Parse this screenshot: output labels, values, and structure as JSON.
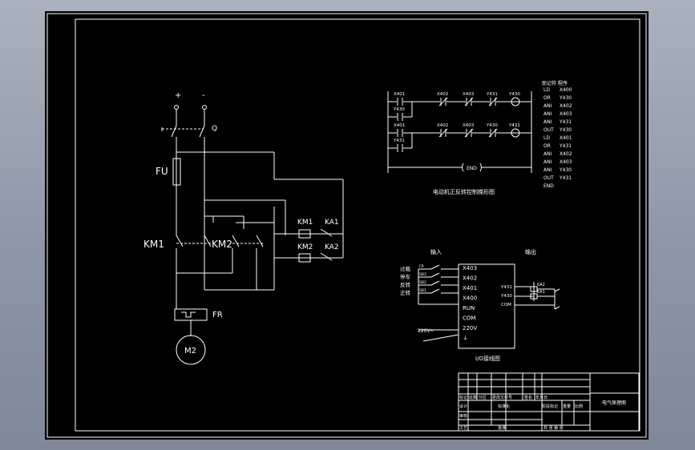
{
  "power_circuit": {
    "plus": "+",
    "minus": "-",
    "switch_label": "Q",
    "fuse_label": "FU",
    "km1_label": "KM1",
    "km2_label": "KM2",
    "coil_km1": "KM1",
    "coil_km2": "KM2",
    "ka1_label": "KA1",
    "ka2_label": "KA2",
    "overload_label": "FR",
    "motor_label": "M2"
  },
  "ladder": {
    "rung1": [
      "X401",
      "X402",
      "X403",
      "Y431",
      "Y430"
    ],
    "rung1_seal": "Y430",
    "rung2": [
      "X401",
      "X402",
      "X403",
      "Y430",
      "Y431"
    ],
    "rung2_seal": "Y431",
    "end_label": "END",
    "caption": "电动机正反转控制梯形图",
    "list_header": "助记符  程序",
    "list": [
      [
        "LD",
        "X400"
      ],
      [
        "OR",
        "Y430"
      ],
      [
        "ANI",
        "X402"
      ],
      [
        "ANI",
        "X403"
      ],
      [
        "ANI",
        "Y431"
      ],
      [
        "OUT",
        "Y430"
      ],
      [
        "LD",
        "X401"
      ],
      [
        "OR",
        "Y431"
      ],
      [
        "ANI",
        "X402"
      ],
      [
        "ANI",
        "X403"
      ],
      [
        "ANI",
        "Y430"
      ],
      [
        "OUT",
        "Y431"
      ],
      [
        "END",
        ""
      ]
    ]
  },
  "io": {
    "input_header": "输入",
    "output_header": "输出",
    "input_labels": [
      "过载",
      "停车",
      "反转",
      "正转"
    ],
    "input_switches": [
      "FR",
      "SB3",
      "SB2",
      "SB1"
    ],
    "plc_inputs": [
      "X403",
      "X402",
      "X401",
      "X400",
      "RUN",
      "COM",
      "220V",
      "⏚"
    ],
    "plc_outputs": [
      "Y431",
      "Y430",
      "COM"
    ],
    "relays": [
      "KA2",
      "KA1"
    ],
    "supply": "220V~",
    "caption": "I/O接线图"
  },
  "title_block": {
    "drawing_name": "电气原理图",
    "row_a": [
      "标记",
      "处数",
      "分区",
      "更改文件号",
      "签名",
      "年月日"
    ],
    "row_b": [
      "设计",
      "",
      "标准化",
      "",
      "阶段标记",
      "重量",
      "比例"
    ],
    "row_c": [
      "审核",
      ""
    ],
    "row_d": [
      "工艺",
      "",
      "批准",
      "",
      "共  张  第  张"
    ]
  }
}
